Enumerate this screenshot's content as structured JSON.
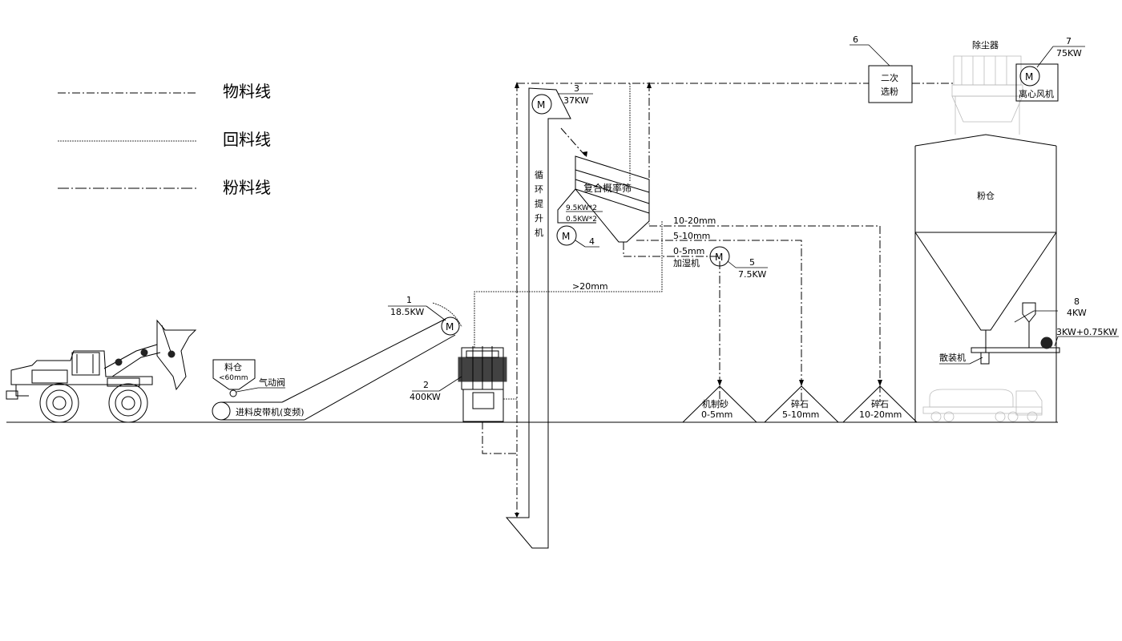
{
  "legend": [
    {
      "label": "物料线",
      "style": "material"
    },
    {
      "label": "回料线",
      "style": "return"
    },
    {
      "label": "粉料线",
      "style": "powder"
    }
  ],
  "equipment": [
    {
      "no": "1",
      "power": "18.5KW"
    },
    {
      "no": "2",
      "power": "400KW"
    },
    {
      "no": "3",
      "power": "37KW"
    },
    {
      "no": "4",
      "power": ""
    },
    {
      "no": "5",
      "power": "7.5KW"
    },
    {
      "no": "6",
      "power": ""
    },
    {
      "no": "7",
      "power": "75KW"
    },
    {
      "no": "8",
      "power": "4KW"
    }
  ],
  "labels": {
    "hopper": "料仓",
    "hopper_size": "<60mm",
    "valve": "气动阀",
    "feed_belt": "进料皮带机(变频)",
    "elevator": [
      "循",
      "环",
      "提",
      "升",
      "机"
    ],
    "screen": "复合概率筛",
    "screen_motor_a": "9.5KW*2",
    "screen_motor_b": "0.5KW*2",
    "size_10_20": "10-20mm",
    "size_5_10": "5-10mm",
    "size_0_5": "0-5mm",
    "humidifier": "加湿机",
    "oversize": ">20mm",
    "classifier_1": "二次",
    "classifier_2": "选粉",
    "dust_collector": "除尘器",
    "fan": "离心风机",
    "powder_silo": "粉仓",
    "bulk_loader": "散装机",
    "loader_power": "3KW+0.75KW",
    "motor_symbol": "M"
  },
  "stockpiles": [
    {
      "name": "机制砂",
      "size": "0-5mm"
    },
    {
      "name": "碎石",
      "size": "5-10mm"
    },
    {
      "name": "碎石",
      "size": "10-20mm"
    }
  ]
}
